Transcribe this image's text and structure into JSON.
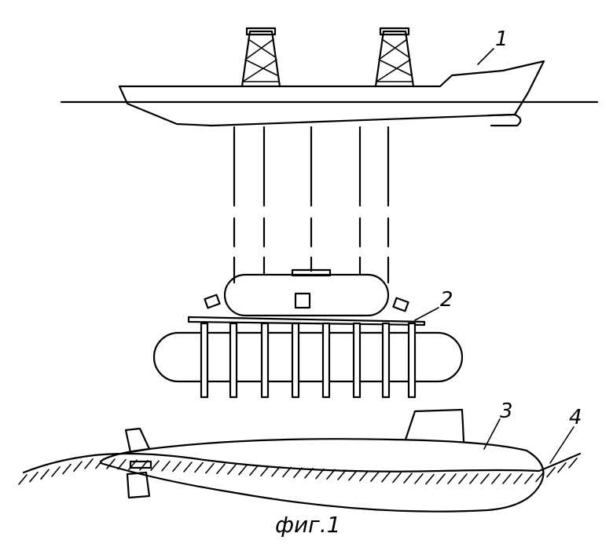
{
  "labels": {
    "ship": "1",
    "rescue_frame": "2",
    "submarine": "3",
    "seabed": "4"
  },
  "caption": "фиг.1"
}
